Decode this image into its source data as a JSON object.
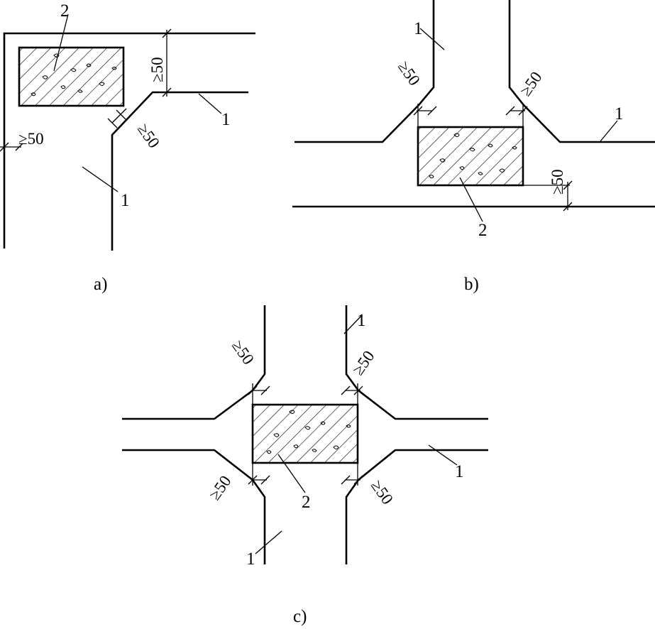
{
  "figures": [
    {
      "caption": "a)",
      "callouts": [
        "2",
        "1",
        "1"
      ],
      "dimensions": [
        "≥50",
        "≥50",
        "≥50"
      ]
    },
    {
      "caption": "b)",
      "callouts": [
        "1",
        "1",
        "2"
      ],
      "dimensions": [
        "≥50",
        "≥50",
        "≥50"
      ]
    },
    {
      "caption": "c)",
      "callouts": [
        "1",
        "1",
        "1",
        "2"
      ],
      "dimensions": [
        "≥50",
        "≥50",
        "≥50",
        "≥50"
      ]
    }
  ]
}
